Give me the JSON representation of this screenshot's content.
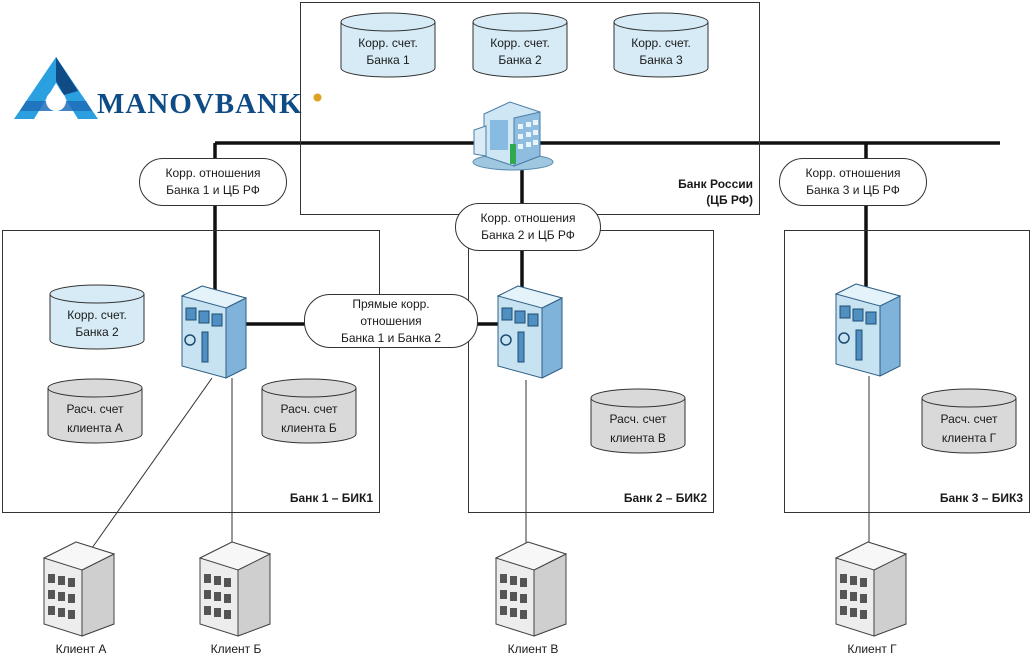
{
  "logo": {
    "name": "MANOVBANK"
  },
  "central_bank": {
    "label_line1": "Банк России",
    "label_line2": "(ЦБ РФ)",
    "accounts": [
      {
        "line1": "Корр. счет.",
        "line2": "Банка 1"
      },
      {
        "line1": "Корр. счет.",
        "line2": "Банка 2"
      },
      {
        "line1": "Корр. счет.",
        "line2": "Банка 3"
      }
    ]
  },
  "relations": {
    "bank1_cb": {
      "line1": "Корр. отношения",
      "line2": "Банка 1 и ЦБ РФ"
    },
    "bank2_cb": {
      "line1": "Корр. отношения",
      "line2": "Банка 2 и ЦБ РФ"
    },
    "bank3_cb": {
      "line1": "Корр. отношения",
      "line2": "Банка 3 и ЦБ РФ"
    },
    "direct": {
      "line1": "Прямые корр.",
      "line2": "отношения",
      "line3": "Банка 1 и Банка 2"
    }
  },
  "banks": [
    {
      "label": "Банк 1 – БИК1",
      "corr_account": {
        "line1": "Корр. счет.",
        "line2": "Банка 2"
      },
      "client_accounts": [
        {
          "line1": "Расч. счет",
          "line2": "клиента А"
        },
        {
          "line1": "Расч. счет",
          "line2": "клиента Б"
        }
      ]
    },
    {
      "label": "Банк 2 – БИК2",
      "client_accounts": [
        {
          "line1": "Расч. счет",
          "line2": "клиента В"
        }
      ]
    },
    {
      "label": "Банк 3 – БИК3",
      "client_accounts": [
        {
          "line1": "Расч. счет",
          "line2": "клиента Г"
        }
      ]
    }
  ],
  "clients": [
    "Клиент А",
    "Клиент Б",
    "Клиент В",
    "Клиент Г"
  ],
  "colors": {
    "blue_cylinder": "#d6ebf5",
    "gray_cylinder": "#d9d9d9",
    "server_blue": "#c7e3f2",
    "logo_blue": "#0f4c86",
    "logo_light": "#2aa0e0"
  }
}
